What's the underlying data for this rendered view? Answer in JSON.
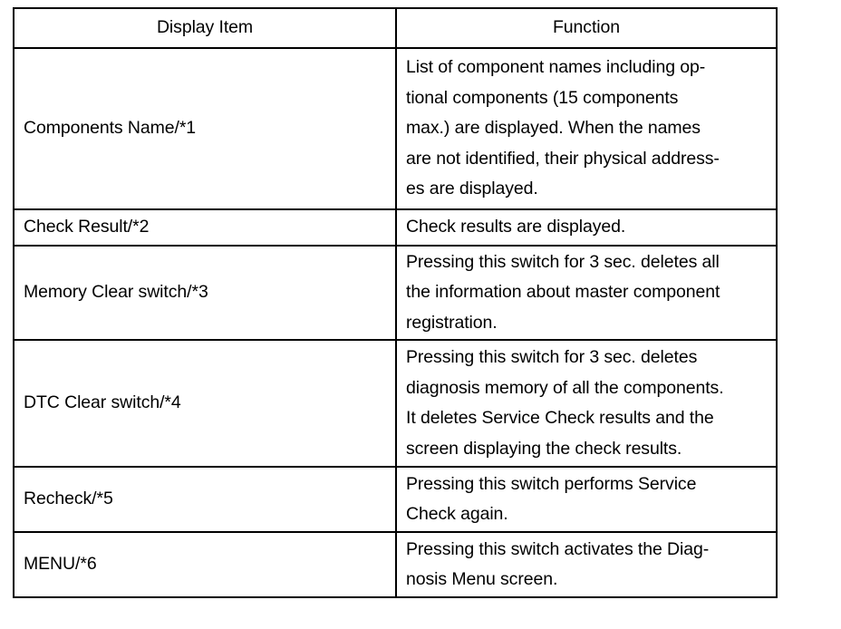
{
  "table": {
    "headers": [
      "Display Item",
      "Function"
    ],
    "rows": [
      {
        "item": "Components Name/*1",
        "function": "List of component names including op-\ntional components (15 components\nmax.) are displayed. When the names\nare not identified, their physical address-\nes are displayed."
      },
      {
        "item": "Check Result/*2",
        "function": "Check results are displayed."
      },
      {
        "item": "Memory Clear switch/*3",
        "function": "Pressing this switch for 3 sec. deletes all\nthe information about master component\nregistration."
      },
      {
        "item": "DTC Clear switch/*4",
        "function": "Pressing this switch for 3 sec. deletes\ndiagnosis memory of all the components.\nIt deletes Service Check results and the\nscreen displaying the check results."
      },
      {
        "item": "Recheck/*5",
        "function": "Pressing this switch performs Service\nCheck again."
      },
      {
        "item": "MENU/*6",
        "function": "Pressing this switch activates the Diag-\nnosis Menu screen."
      }
    ]
  }
}
